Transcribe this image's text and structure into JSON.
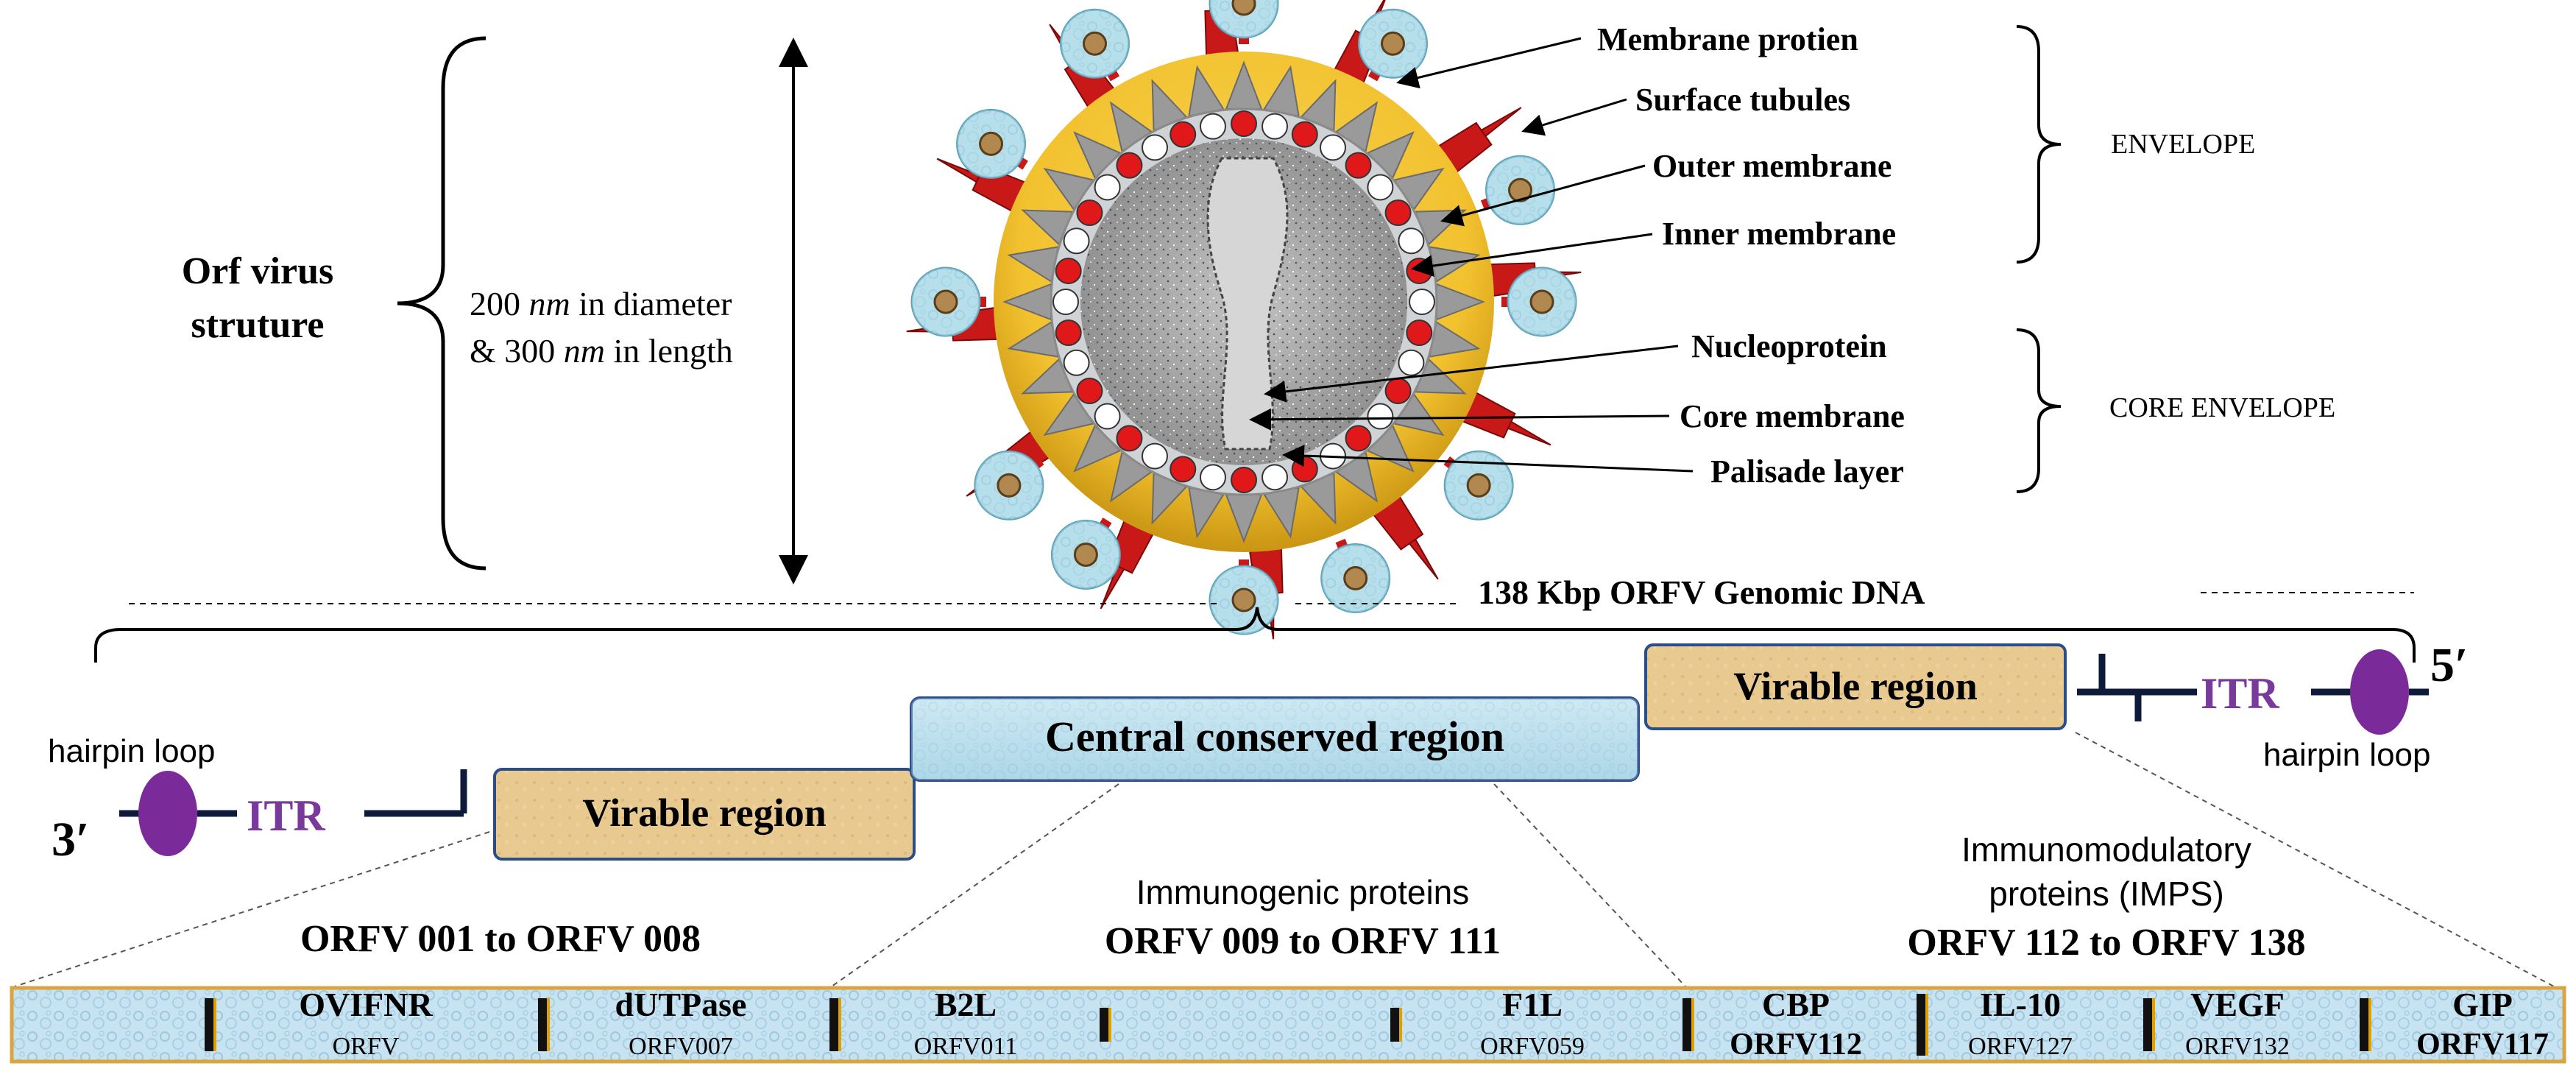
{
  "structure": {
    "title_line1": "Orf virus",
    "title_line2": "struture",
    "size_line1": "200 nm in diameter",
    "size_line2": "& 300 nm in length",
    "size_value1": "200",
    "size_unit": "nm",
    "size_rest1": "in diameter",
    "size_prefix2": "& 300",
    "size_rest2": "in length"
  },
  "labels": {
    "membrane_protein": "Membrane protien",
    "surface_tubules": "Surface tubules",
    "outer_membrane": "Outer membrane",
    "inner_membrane": "Inner membrane",
    "nucleoprotein": "Nucleoprotein",
    "core_membrane": "Core membrane",
    "palisade_layer": "Palisade layer",
    "envelope": "ENVELOPE",
    "core_envelope": "CORE ENVELOPE"
  },
  "genome": {
    "title": "138 Kbp ORFV Genomic DNA",
    "left_end": "3′",
    "right_end": "5′",
    "hairpin_left": "hairpin loop",
    "hairpin_right": "hairpin loop",
    "itr_left": "ITR",
    "itr_right": "ITR",
    "variable_left": "Virable region",
    "central": "Central conserved region",
    "variable_right": "Virable region"
  },
  "groups": {
    "left_range": "ORFV 001 to ORFV 008",
    "middle_caption": "Immunogenic proteins",
    "middle_range": "ORFV 009 to ORFV 111",
    "right_caption_line1": "Immunomodulatory",
    "right_caption_line2": "proteins (IMPS)",
    "right_range": "ORFV 112 to ORFV 138"
  },
  "genes": [
    {
      "name": "OVIFNR",
      "id": "ORFV"
    },
    {
      "name": "dUTPase",
      "id": "ORFV007"
    },
    {
      "name": "B2L",
      "id": "ORFV011"
    },
    {
      "name": "F1L",
      "id": "ORFV059"
    },
    {
      "name": "CBP",
      "id": "ORFV112"
    },
    {
      "name": "IL-10",
      "id": "ORFV127"
    },
    {
      "name": "VEGF",
      "id": "ORFV132"
    },
    {
      "name": "GIP",
      "id": "ORFV117"
    }
  ],
  "colors": {
    "outer_yellow": "#f2c12e",
    "dark_yellow": "#c99513",
    "spike_red": "#c81818",
    "protein_blue": "#a8dbe6",
    "protein_brown": "#b08850",
    "red_dot": "#e0181a",
    "core_grey": "#a8a8a8",
    "tan_box": "#e8c990",
    "central_box": "#b2dcea",
    "gene_bar": "#cfe4f1",
    "gene_border": "#d9a441",
    "itr_purple": "#7a3a9c",
    "hairpin_purple": "#7b2a9a",
    "navy_line": "#0d1a3a"
  }
}
